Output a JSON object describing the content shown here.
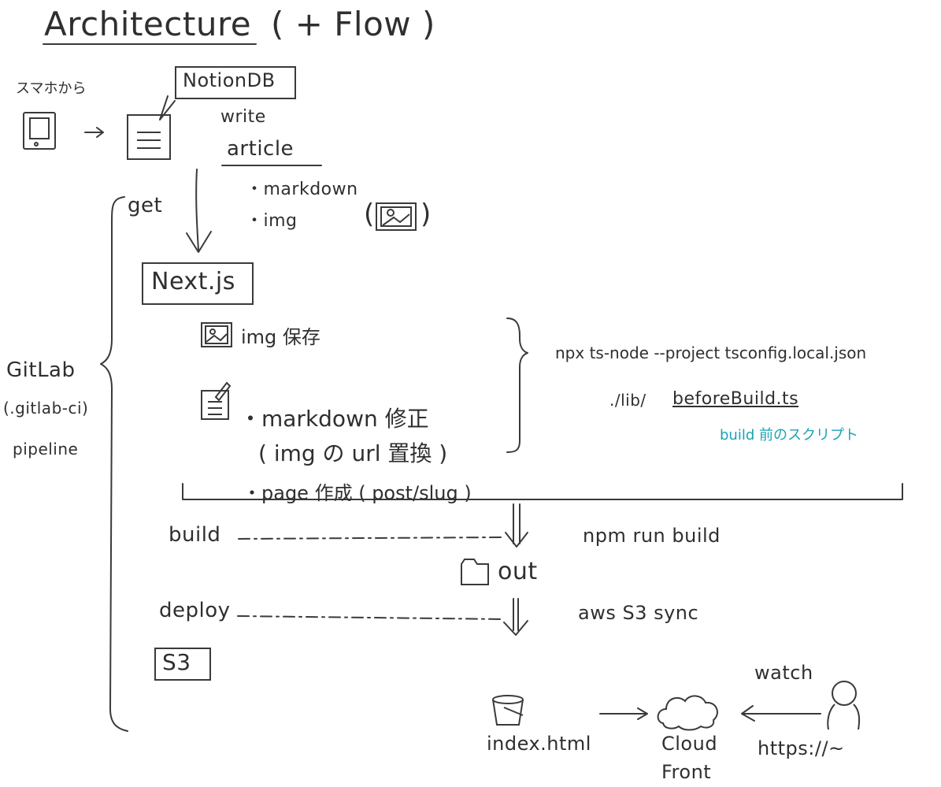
{
  "title": "Architecture",
  "title_suffix": "( + Flow )",
  "phone": {
    "label": "スマホから"
  },
  "notion": {
    "label": "NotionDB"
  },
  "write": {
    "label": "write",
    "object": "article",
    "items": [
      "・markdown",
      "・img"
    ]
  },
  "get": {
    "label": "get"
  },
  "nextjs": {
    "label": "Next.js"
  },
  "steps": {
    "img_save": "img 保存",
    "markdown_fix": "・markdown 修正",
    "markdown_fix_detail": "( img の url 置換 )",
    "page_create": "・page 作成 ( post/slug )"
  },
  "script": {
    "command": "npx ts-node --project tsconfig.local.json",
    "file_prefix": "./lib/",
    "file": "beforeBuild.ts",
    "note": "build 前のスクリプト"
  },
  "gitlab": {
    "line1": "GitLab",
    "line2": "(.gitlab-ci)",
    "line3": "pipeline"
  },
  "build": {
    "label": "build",
    "command": "npm run build"
  },
  "out": {
    "label": "out"
  },
  "deploy": {
    "label": "deploy",
    "command": "aws S3 sync"
  },
  "s3": {
    "label": "S3"
  },
  "bottom": {
    "index": "index.html",
    "cloudfront_1": "Cloud",
    "cloudfront_2": "Front",
    "watch": "watch",
    "url": "https://~"
  },
  "colors": {
    "ink": "#2f2f2f",
    "note": "#1aa3b3"
  },
  "icons": [
    "phone-icon",
    "document-icon",
    "image-icon",
    "bucket-icon",
    "cloud-icon",
    "person-icon",
    "folder-icon"
  ]
}
